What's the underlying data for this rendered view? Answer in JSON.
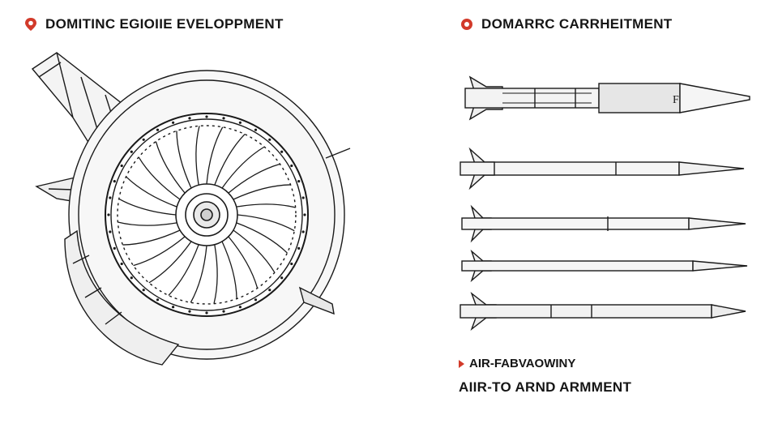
{
  "headings": {
    "left": "DOMITINC EGIOIIE EVELOPPMENT",
    "right": "DOMARRC CARRHEITMENT"
  },
  "captions": {
    "sub": "AIR-FABVAOWINY",
    "main": "AIIR-TO ARND ARMMENT"
  },
  "missile_marking": "F",
  "icons": {
    "left_heading": "map-pin-icon",
    "right_heading": "location-icon",
    "caption_bullet": "arrow-right-icon"
  },
  "colors": {
    "accent_red": "#d23a2a",
    "ink": "#151515",
    "background": "#ffffff"
  }
}
